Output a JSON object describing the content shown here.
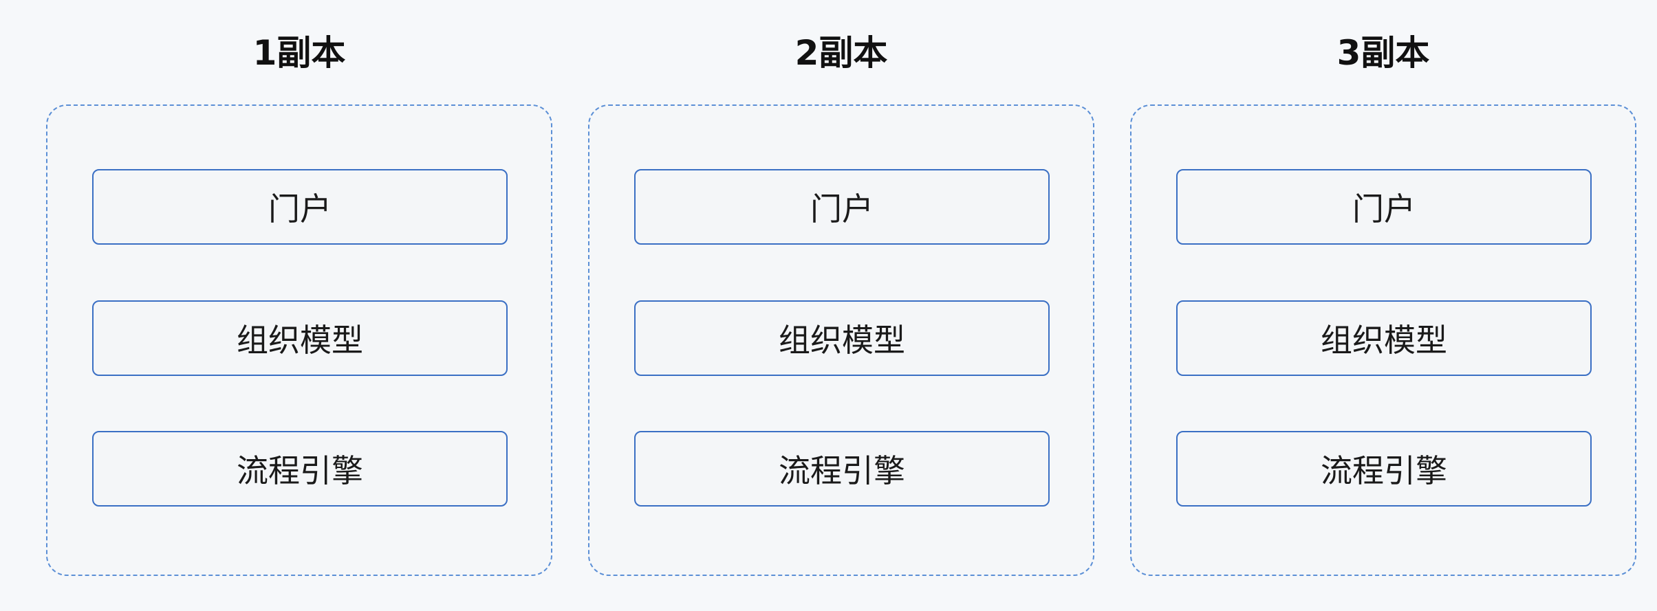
{
  "columns": [
    {
      "title": "1副本",
      "modules": [
        "门户",
        "组织模型",
        "流程引擎"
      ]
    },
    {
      "title": "2副本",
      "modules": [
        "门户",
        "组织模型",
        "流程引擎"
      ]
    },
    {
      "title": "3副本",
      "modules": [
        "门户",
        "组织模型",
        "流程引擎"
      ]
    }
  ],
  "colors": {
    "frame_border": "#5b8fd6",
    "module_border": "#3a6fc4",
    "background": "#f6f8fa"
  }
}
